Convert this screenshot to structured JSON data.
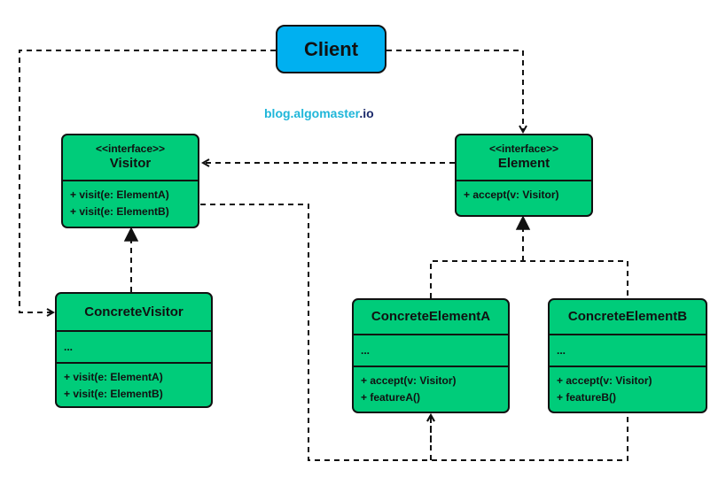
{
  "client": {
    "label": "Client"
  },
  "watermark": {
    "part1": "blog.algomaster",
    "part2": ".io"
  },
  "visitor": {
    "stereotype": "<<interface>>",
    "name": "Visitor",
    "methods": [
      "+ visit(e: ElementA)",
      "+ visit(e: ElementB)"
    ]
  },
  "element": {
    "stereotype": "<<interface>>",
    "name": "Element",
    "methods": [
      "+ accept(v: Visitor)"
    ]
  },
  "concrete_visitor": {
    "name": "ConcreteVisitor",
    "attributes": "...",
    "methods": [
      "+ visit(e: ElementA)",
      "+ visit(e: ElementB)"
    ]
  },
  "concrete_element_a": {
    "name": "ConcreteElementA",
    "attributes": "...",
    "methods": [
      "+ accept(v: Visitor)",
      "+ featureA()"
    ]
  },
  "concrete_element_b": {
    "name": "ConcreteElementB",
    "attributes": "...",
    "methods": [
      "+ accept(v: Visitor)",
      "+ featureB()"
    ]
  },
  "colors": {
    "client_fill": "#00b0f0",
    "class_fill": "#00cc7a",
    "stroke": "#111111",
    "watermark_main": "#1fb6d9",
    "watermark_suffix": "#1c2a6b"
  }
}
